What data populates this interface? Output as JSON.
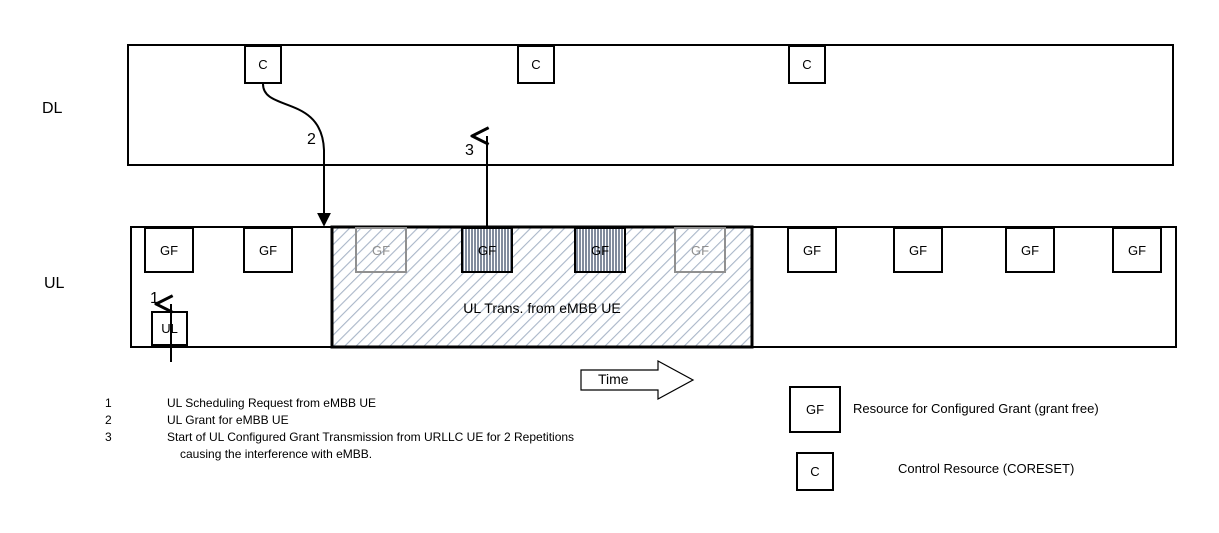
{
  "rows": {
    "dl_label": "DL",
    "ul_label": "UL"
  },
  "dl_blocks": [
    "C",
    "C",
    "C"
  ],
  "ul_blocks": [
    "GF",
    "GF",
    "GF",
    "GF",
    "GF",
    "GF",
    "GF",
    "GF",
    "GF",
    "GF"
  ],
  "ul_request_block": "UL",
  "embb_transmission_label": "UL Trans. from eMBB UE",
  "step_markers": [
    "1",
    "2",
    "3"
  ],
  "time_label": "Time",
  "notes": [
    {
      "num": "1",
      "text": "UL Scheduling Request from eMBB UE",
      "text2": ""
    },
    {
      "num": "2",
      "text": "UL Grant for eMBB UE",
      "text2": ""
    },
    {
      "num": "3",
      "text": "Start of UL Configured Grant Transmission from URLLC UE for 2 Repetitions",
      "text2": "causing the interference with eMBB."
    }
  ],
  "legend": [
    {
      "symbol": "GF",
      "description": "Resource for Configured Grant (grant free)"
    },
    {
      "symbol": "C",
      "description": "Control Resource (CORESET)"
    }
  ],
  "colors": {
    "hatch": "#a9b6c8",
    "stripe_dense": "#2f3f5c",
    "ghost": "#909090"
  }
}
